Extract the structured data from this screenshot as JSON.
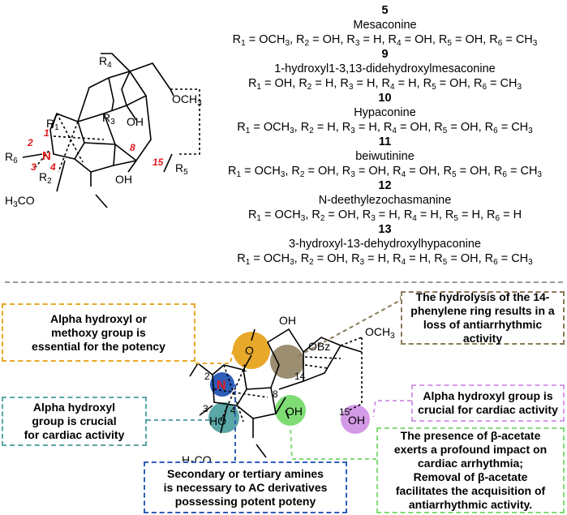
{
  "top_structure": {
    "labels": {
      "r1": "R",
      "r1_sub": "1",
      "r2": "R",
      "r2_sub": "2",
      "r3": "R",
      "r3_sub": "3",
      "r4": "R",
      "r4_sub": "4",
      "r5": "R",
      "r5_sub": "5",
      "r6": "R",
      "r6_sub": "6",
      "n": "N",
      "oh_a": "OH",
      "oh_b": "OH",
      "och3": "OCH",
      "och3_sub": "3",
      "h3co": "H",
      "h3co_sub": "3",
      "h3co_end": "CO",
      "pos1": "1",
      "pos2": "2",
      "pos3": "3",
      "pos4": "4",
      "pos8": "8",
      "pos15": "15"
    }
  },
  "compounds": [
    {
      "number": "5",
      "name": "Mesaconine",
      "subs": "R1 = OCH3, R2 = OH, R3 = H, R4 = OH, R5 = OH, R6 = CH3"
    },
    {
      "number": "9",
      "name": "1-hydroxyl1-3,13-didehydroxylmesaconine",
      "subs": "R1 = OH, R2 = H, R3 = H, R4 = H, R5 = OH, R6 = CH3"
    },
    {
      "number": "10",
      "name": "Hypaconine",
      "subs": "R1 = OCH3, R2 = H, R3 = H, R4 = OH, R5 = OH, R6 = CH3"
    },
    {
      "number": "11",
      "name": "beiwutinine",
      "subs": "R1 = OCH3, R2 = OH, R3 = OH, R4 = OH, R5 = OH, R6 = CH3"
    },
    {
      "number": "12",
      "name": "N-deethylezochasmanine",
      "subs": "R1 = OCH3, R2 = OH, R3 = H, R4 = H, R5 = H, R6 = H"
    },
    {
      "number": "13",
      "name": "3-hydroxyl-13-dehydroxylhypaconine",
      "subs": "R1 = OCH3, R2 = OH, R3 = H, R4 = H, R5 = OH, R6 = CH3"
    }
  ],
  "bottom_structure": {
    "labels": {
      "o": "O",
      "n": "N",
      "oh_8": "OH",
      "oh_top": "OH",
      "obz": "OBz",
      "och3": "OCH",
      "och3_sub": "3",
      "ho": "HO",
      "oh_15": "OH",
      "h3co": "H",
      "h3co_sub": "3",
      "h3co_end": "CO",
      "pos1": "1",
      "pos2": "2",
      "pos3": "3",
      "pos4": "4",
      "pos8": "8",
      "pos14": "14",
      "pos15": "15"
    }
  },
  "annotations": {
    "box_orange": [
      "Alpha hydroxyl or",
      "methoxy group is",
      "essential for the potency"
    ],
    "box_brown": [
      "The hydrolysis of the 14-",
      "phenylene ring results in a",
      "loss of antiarrhythmic activity"
    ],
    "box_purple": [
      "Alpha hydroxyl group is",
      "crucial for cardiac activity"
    ],
    "box_teal": [
      "Alpha hydroxyl",
      "group is crucial",
      "for cardiac activity"
    ],
    "box_green": [
      "The presence of β-acetate",
      "exerts a profound impact on",
      "cardiac arrhythmia;",
      "Removal of β-acetate",
      "facilitates the acquisition of",
      "antiarrhythmic activity."
    ],
    "box_blue": [
      "Secondary or tertiary amines",
      "is necessary to AC derivatives",
      "possessing potent poteny"
    ]
  },
  "colors": {
    "orange": "#e8a92a",
    "brown": "#8a7a58",
    "purple": "#d49ae6",
    "teal": "#5aa7a7",
    "green": "#7fdc75",
    "blue": "#2e5db8",
    "red": "#e0191b",
    "divider": "#9a9a9a"
  }
}
